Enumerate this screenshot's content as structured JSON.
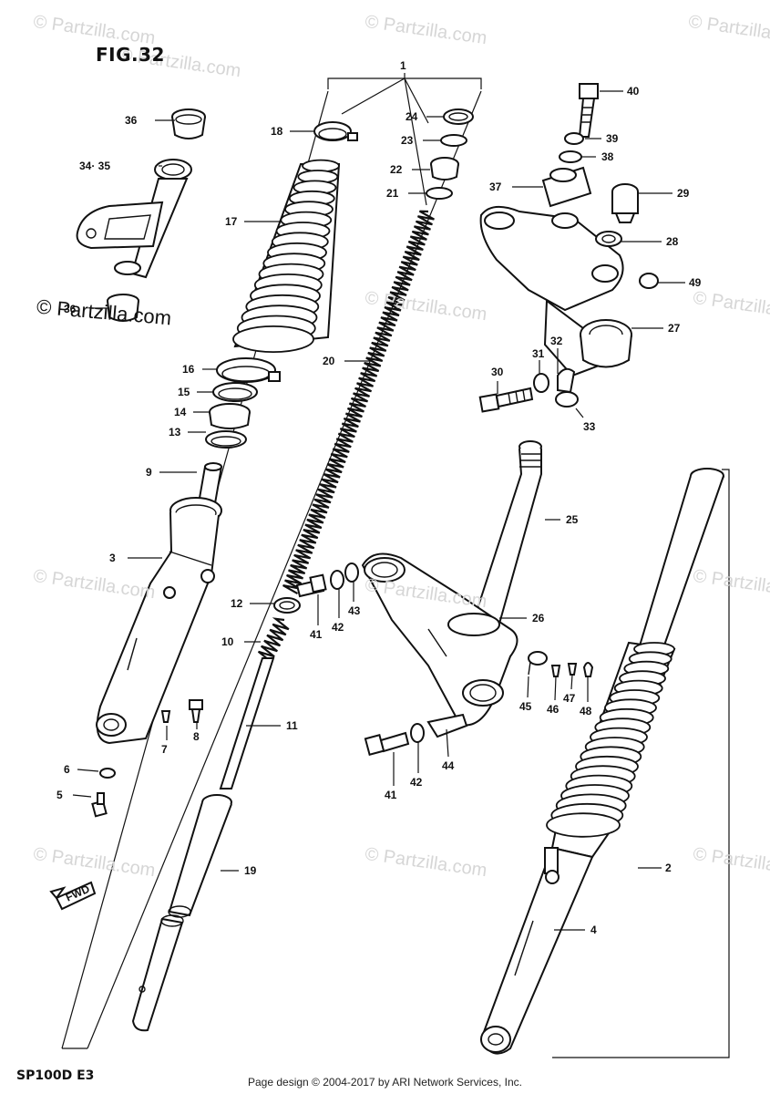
{
  "figure": {
    "title": "FIG.32",
    "model": "SP100D E3"
  },
  "footer": {
    "copyright": "Page design © 2004-2017 by ARI Network Services, Inc."
  },
  "watermark": {
    "text": "© Partzilla.com",
    "dark_text": "© Partzilla.com"
  },
  "direction_marker": {
    "text": "FWD"
  },
  "callouts": {
    "n1": "1",
    "n2": "2",
    "n3": "3",
    "n4": "4",
    "n5": "5",
    "n6": "6",
    "n7": "7",
    "n8": "8",
    "n9": "9",
    "n10": "10",
    "n11": "11",
    "n12": "12",
    "n13": "13",
    "n14": "14",
    "n15": "15",
    "n16": "16",
    "n17": "17",
    "n18": "18",
    "n19": "19",
    "n20": "20",
    "n21": "21",
    "n22": "22",
    "n23": "23",
    "n24": "24",
    "n25": "25",
    "n26": "26",
    "n27": "27",
    "n28": "28",
    "n29": "29",
    "n30": "30",
    "n31": "31",
    "n32": "32",
    "n33": "33",
    "n34_35": "34· 35",
    "n36": "36",
    "n36b": "36",
    "n37": "37",
    "n38": "38",
    "n39": "39",
    "n40": "40",
    "n41a": "41",
    "n41b": "41",
    "n42a": "42",
    "n42b": "42",
    "n43": "43",
    "n44": "44",
    "n45": "45",
    "n46": "46",
    "n47": "47",
    "n48": "48",
    "n49": "49"
  }
}
